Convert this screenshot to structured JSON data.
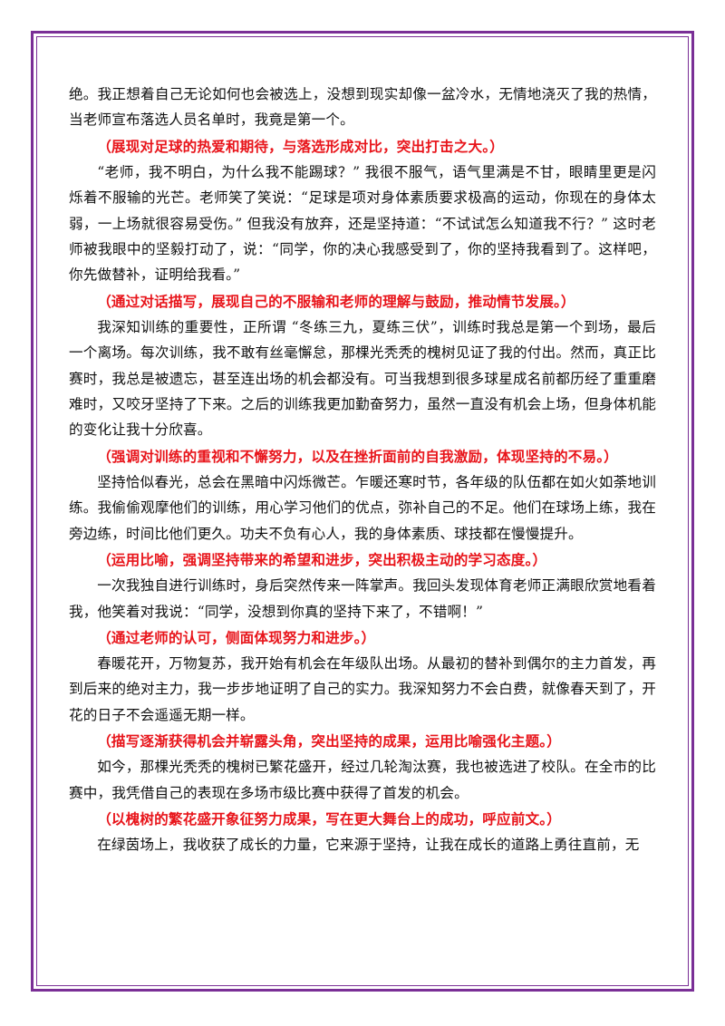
{
  "document": {
    "blocks": [
      {
        "type": "para",
        "indent": false,
        "text": "绝。我正想着自己无论如何也会被选上，没想到现实却像一盆冷水，无情地浇灭了我的热情，当老师宣布落选人员名单时，我竟是第一个。"
      },
      {
        "type": "note",
        "text": "（展现对足球的热爱和期待，与落选形成对比，突出打击之大。）"
      },
      {
        "type": "para",
        "indent": true,
        "text": "“老师，我不明白，为什么我不能踢球？” 我很不服气，语气里满是不甘，眼睛里更是闪烁着不服输的光芒。老师笑了笑说：“足球是项对身体素质要求极高的运动，你现在的身体太弱，一上场就很容易受伤。” 但我没有放弃，还是坚持道：“不试试怎么知道我不行？” 这时老师被我眼中的坚毅打动了，说：“同学，你的决心我感受到了，你的坚持我看到了。这样吧，你先做替补，证明给我看。”"
      },
      {
        "type": "note",
        "text": "（通过对话描写，展现自己的不服输和老师的理解与鼓励，推动情节发展。）"
      },
      {
        "type": "para",
        "indent": true,
        "text": "我深知训练的重要性，正所谓 “冬练三九，夏练三伏”，训练时我总是第一个到场，最后一个离场。每次训练，我不敢有丝毫懈怠，那棵光秃秃的槐树见证了我的付出。然而，真正比赛时，我总是被遗忘，甚至连出场的机会都没有。可当我想到很多球星成名前都历经了重重磨难时，又咬牙坚持了下来。之后的训练我更加勤奋努力，虽然一直没有机会上场，但身体机能的变化让我十分欣喜。"
      },
      {
        "type": "note",
        "text": "（强调对训练的重视和不懈努力，以及在挫折面前的自我激励，体现坚持的不易。）"
      },
      {
        "type": "para",
        "indent": true,
        "text": "坚持恰似春光，总会在黑暗中闪烁微芒。乍暖还寒时节，各年级的队伍都在如火如荼地训练。我偷偷观摩他们的训练，用心学习他们的优点，弥补自己的不足。他们在球场上练，我在旁边练，时间比他们更久。功夫不负有心人，我的身体素质、球技都在慢慢提升。"
      },
      {
        "type": "note",
        "text": "（运用比喻，强调坚持带来的希望和进步，突出积极主动的学习态度。）"
      },
      {
        "type": "para",
        "indent": true,
        "text": "一次我独自进行训练时，身后突然传来一阵掌声。我回头发现体育老师正满眼欣赏地看着我，他笑着对我说：“同学，没想到你真的坚持下来了，不错啊！”"
      },
      {
        "type": "note",
        "text": "（通过老师的认可，侧面体现努力和进步。）"
      },
      {
        "type": "para",
        "indent": true,
        "text": "春暖花开，万物复苏，我开始有机会在年级队出场。从最初的替补到偶尔的主力首发，再到后来的绝对主力，我一步步地证明了自己的实力。我深知努力不会白费，就像春天到了，开花的日子不会遥遥无期一样。"
      },
      {
        "type": "note",
        "text": "（描写逐渐获得机会并崭露头角，突出坚持的成果，运用比喻强化主题。）"
      },
      {
        "type": "para",
        "indent": true,
        "text": "如今，那棵光秃秃的槐树已繁花盛开，经过几轮淘汰赛，我也被选进了校队。在全市的比赛中，我凭借自己的表现在多场市级比赛中获得了首发的机会。"
      },
      {
        "type": "note",
        "text": "（以槐树的繁花盛开象征努力成果，写在更大舞台上的成功，呼应前文。）"
      },
      {
        "type": "para",
        "indent": true,
        "text": "在绿茵场上，我收获了成长的力量，它来源于坚持，让我在成长的道路上勇往直前，无"
      }
    ]
  },
  "colors": {
    "frame": "#7a2f96",
    "note_text": "#e8151b",
    "body_text": "#111111"
  }
}
